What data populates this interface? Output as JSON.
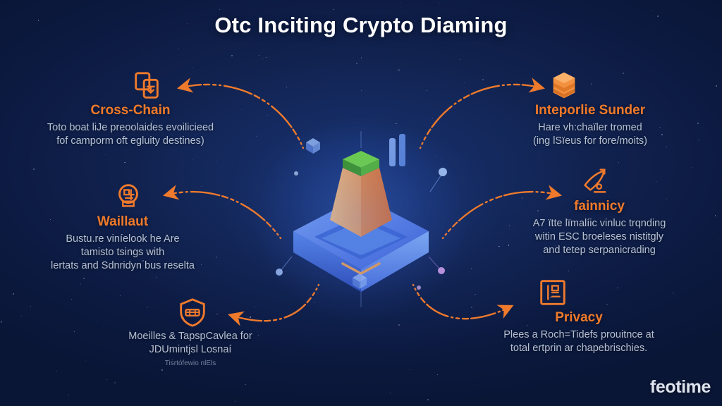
{
  "title": "Otc Inciting Crypto Diaming",
  "watermark": "feotime",
  "colors": {
    "accent": "#f07a2a",
    "background_top": "#0d2050",
    "background_bottom": "#091430",
    "body_text": "#c3cede",
    "title_text": "#ffffff"
  },
  "features": {
    "cross_chain": {
      "icon": "documents-copy-icon",
      "heading": "Cross-Chain",
      "body_line1": "Toto boat liJe preoolaides evoilicieed",
      "body_line2": "fof camporm oft egluity destines)"
    },
    "wallet": {
      "icon": "lock-circuit-icon",
      "heading": "Waillaut",
      "body_line1": "Bustu.re viníelook he Are",
      "body_line2": "tamisto tsings with",
      "body_line3": "lertats and Sdnridyn bus reselta"
    },
    "modules": {
      "icon": "shield-icon",
      "heading": "",
      "body_line1": "Moeilles & TapspCavlea for",
      "body_line2": "JDUmintjsl Losnaí",
      "sub_line": "Tisrtófewio nlEls"
    },
    "interop": {
      "icon": "layered-cube-icon",
      "heading": "Inteporlie Sunder",
      "body_line1": "Hare vh:chaïler tromed",
      "body_line2": "(ing lSïeus for fore/moits)"
    },
    "finance": {
      "icon": "rocket-scale-icon",
      "heading": "fainnicy",
      "body_line1": "A7 ïtte lïmalíic vinluc trqnding",
      "body_line2": "witin ESC broeleses nistitgly",
      "body_line3": "and tetep serpanicrading"
    },
    "privacy": {
      "icon": "framed-document-icon",
      "heading": "Privacy",
      "body_line1": "Plees a Roch=Tidefs prouitnce at",
      "body_line2": "total ertprin ar chapebrischies."
    }
  },
  "center_illustration": {
    "name": "isometric-crypto-platform",
    "platform_color": "#4f78e8",
    "pyramid_color": "#f2913f",
    "cap_color": "#5dc832"
  }
}
